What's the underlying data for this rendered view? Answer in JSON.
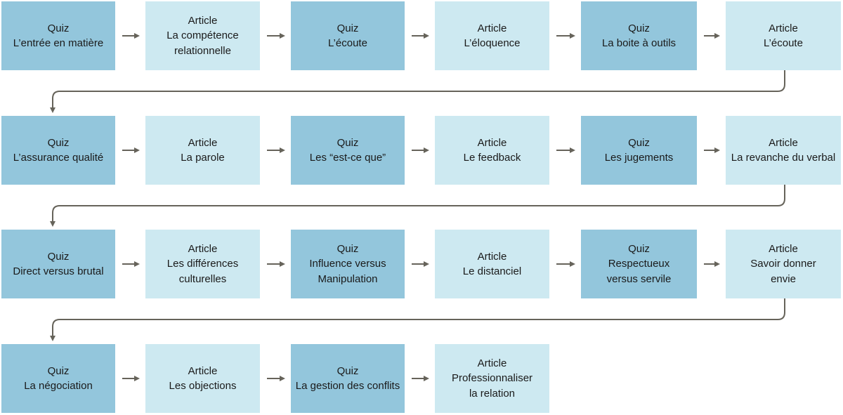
{
  "colors": {
    "quiz": "#93c6dc",
    "article": "#cde9f1",
    "connector": "#66635a"
  },
  "rows": [
    [
      {
        "type": "quiz",
        "lines": [
          "Quiz",
          "L’entrée en matière"
        ]
      },
      {
        "type": "article",
        "lines": [
          "Article",
          "La compétence",
          "relationnelle"
        ]
      },
      {
        "type": "quiz",
        "lines": [
          "Quiz",
          "L’écoute"
        ]
      },
      {
        "type": "article",
        "lines": [
          "Article",
          "L’éloquence"
        ]
      },
      {
        "type": "quiz",
        "lines": [
          "Quiz",
          "La boite à outils"
        ]
      },
      {
        "type": "article",
        "lines": [
          "Article",
          "L’écoute"
        ]
      }
    ],
    [
      {
        "type": "quiz",
        "lines": [
          "Quiz",
          "L’assurance qualité"
        ]
      },
      {
        "type": "article",
        "lines": [
          "Article",
          "La parole"
        ]
      },
      {
        "type": "quiz",
        "lines": [
          "Quiz",
          "Les “est-ce que”"
        ]
      },
      {
        "type": "article",
        "lines": [
          "Article",
          "Le feedback"
        ]
      },
      {
        "type": "quiz",
        "lines": [
          "Quiz",
          "Les jugements"
        ]
      },
      {
        "type": "article",
        "lines": [
          "Article",
          "La revanche du verbal"
        ]
      }
    ],
    [
      {
        "type": "quiz",
        "lines": [
          "Quiz",
          "Direct versus brutal"
        ]
      },
      {
        "type": "article",
        "lines": [
          "Article",
          "Les différences",
          "culturelles"
        ]
      },
      {
        "type": "quiz",
        "lines": [
          "Quiz",
          "Influence versus",
          "Manipulation"
        ]
      },
      {
        "type": "article",
        "lines": [
          "Article",
          "Le distanciel"
        ]
      },
      {
        "type": "quiz",
        "lines": [
          "Quiz",
          "Respectueux",
          "versus servile"
        ]
      },
      {
        "type": "article",
        "lines": [
          "Article",
          "Savoir donner",
          "envie"
        ]
      }
    ],
    [
      {
        "type": "quiz",
        "lines": [
          "Quiz",
          "La négociation"
        ]
      },
      {
        "type": "article",
        "lines": [
          "Article",
          "Les objections"
        ]
      },
      {
        "type": "quiz",
        "lines": [
          "Quiz",
          "La gestion des conflits"
        ]
      },
      {
        "type": "article",
        "lines": [
          "Article",
          "Professionnaliser",
          "la relation"
        ]
      }
    ]
  ]
}
